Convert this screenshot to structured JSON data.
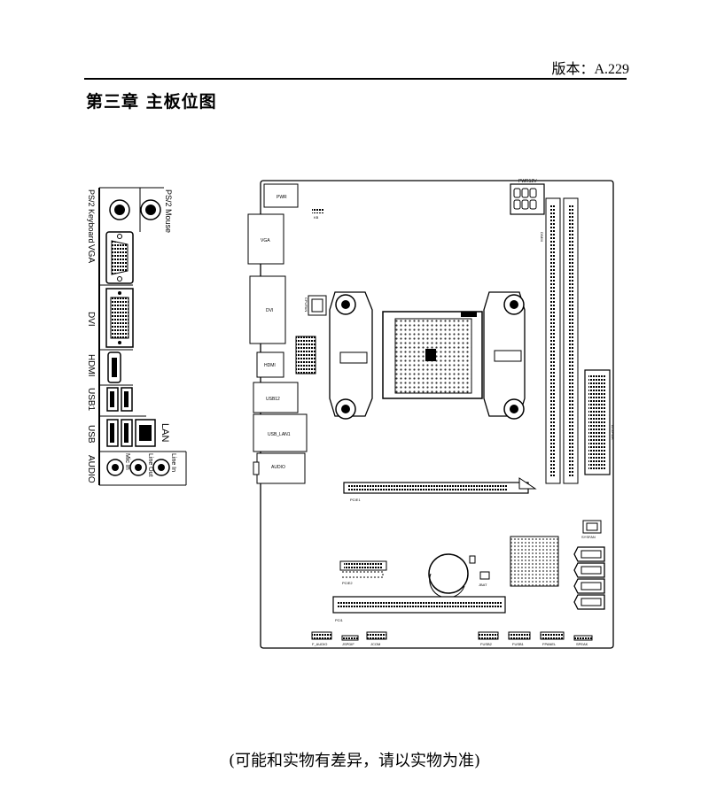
{
  "header": {
    "version": "版本：A.229",
    "chapter_title": "第三章  主板位图"
  },
  "caption": "(可能和实物有差异，请以实物为准)",
  "io_panel": {
    "labels": {
      "ps2_keyboard": "PS/2 Keyboard",
      "ps2_mouse": "PS/2 Mouse",
      "vga": "VGA",
      "dvi": "DVI",
      "hdmi": "HDMI",
      "usb1": "USB1",
      "usb": "USB",
      "lan": "LAN",
      "audio": "AUDIO",
      "mic_in": "Mic In",
      "line_out": "Line Out",
      "line_in": "Line In"
    }
  },
  "board": {
    "labels": {
      "pwr": "PWR",
      "kb": "KB",
      "vga": "VGA",
      "dvi": "DVI",
      "hdmi": "HDMI",
      "usb12": "USB12",
      "usb_lan": "USB_LAN1",
      "audio": "AUDIO",
      "cpufan": "CPUFAN",
      "atx12v": "PWR12V",
      "ddr": "DIMM",
      "atx": "ATXPWR",
      "pcie1": "PCIE1",
      "pcie2": "PCIE2",
      "pci1": "PCI1",
      "sysfan": "SYSFAN",
      "jbat": "JBAT",
      "f_audio": "F_AUDIO",
      "jspdif": "JSPDIF",
      "jcom": "JCOM",
      "fusb2": "FUSB2",
      "fusb1": "FUSB1",
      "fpanel": "FPANEL",
      "spk": "SPEAK"
    }
  }
}
